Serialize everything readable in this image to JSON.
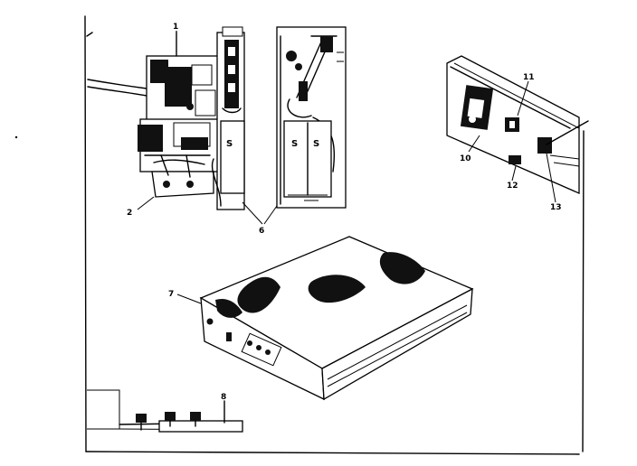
{
  "callouts": [
    {
      "id": "c1",
      "text": "1"
    },
    {
      "id": "c2",
      "text": "2"
    },
    {
      "id": "c6",
      "text": "6"
    },
    {
      "id": "c7",
      "text": "7"
    },
    {
      "id": "c8",
      "text": "8"
    },
    {
      "id": "c10",
      "text": "10"
    },
    {
      "id": "c11",
      "text": "11"
    },
    {
      "id": "c12",
      "text": "12"
    },
    {
      "id": "c13",
      "text": "13"
    }
  ],
  "plate_marks": {
    "panel_left": "S",
    "panel_right_a": "S",
    "panel_right_b": "S"
  }
}
